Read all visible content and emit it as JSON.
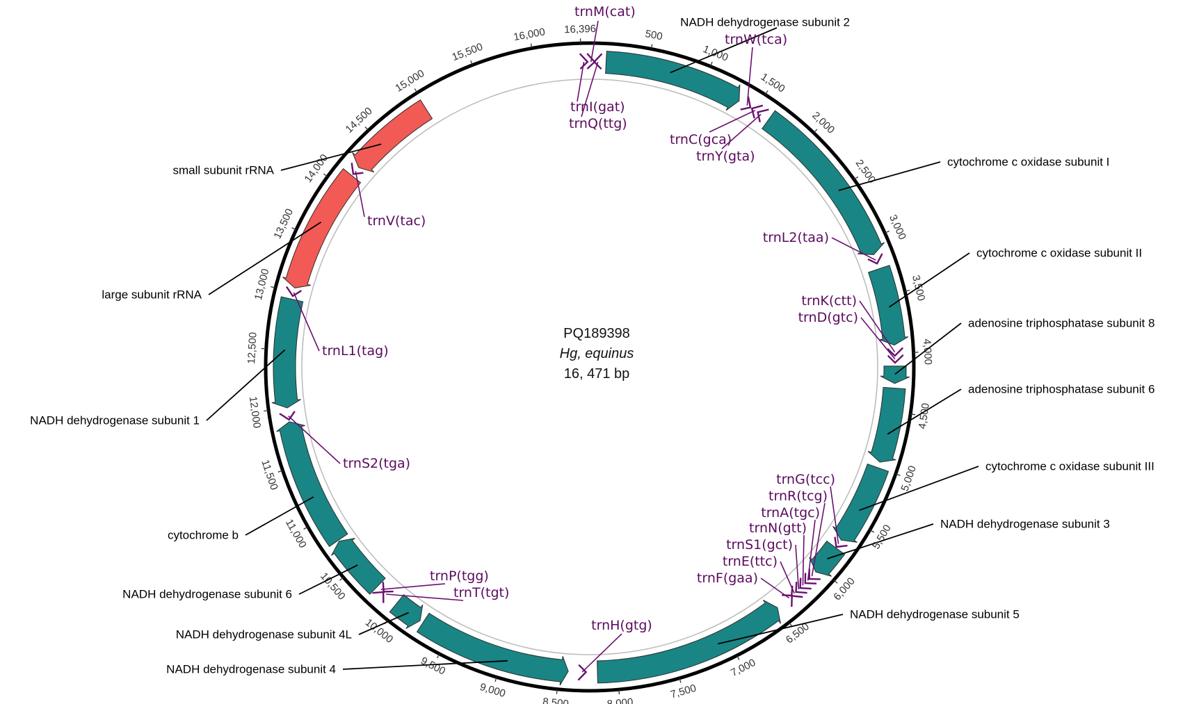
{
  "genome": {
    "accession": "PQ189398",
    "species": "Hg, equinus",
    "length_label": "16, 471 bp",
    "total_bp": 16471
  },
  "colors": {
    "backbone": "#000000",
    "inner_ring": "#bdbdbd",
    "protein_gene": "#1a8585",
    "rrna_gene": "#f25a55",
    "trna": "#6a1070",
    "trna_text": "#5a0a5e",
    "tick": "#333333"
  },
  "ticks": [
    {
      "pos": 500,
      "label": "500"
    },
    {
      "pos": 1000,
      "label": "1,000"
    },
    {
      "pos": 1500,
      "label": "1,500"
    },
    {
      "pos": 2000,
      "label": "2,000"
    },
    {
      "pos": 2500,
      "label": "2,500"
    },
    {
      "pos": 3000,
      "label": "3,000"
    },
    {
      "pos": 3500,
      "label": "3,500"
    },
    {
      "pos": 4000,
      "label": "4,000"
    },
    {
      "pos": 4500,
      "label": "4,500"
    },
    {
      "pos": 5000,
      "label": "5,000"
    },
    {
      "pos": 5500,
      "label": "5,500"
    },
    {
      "pos": 6000,
      "label": "6,000"
    },
    {
      "pos": 6500,
      "label": "6,500"
    },
    {
      "pos": 7000,
      "label": "7,000"
    },
    {
      "pos": 7500,
      "label": "7,500"
    },
    {
      "pos": 8000,
      "label": "8,000"
    },
    {
      "pos": 8500,
      "label": "8,500"
    },
    {
      "pos": 9000,
      "label": "9,000"
    },
    {
      "pos": 9500,
      "label": "9,500"
    },
    {
      "pos": 10000,
      "label": "10,000"
    },
    {
      "pos": 10500,
      "label": "10,500"
    },
    {
      "pos": 11000,
      "label": "11,000"
    },
    {
      "pos": 11500,
      "label": "11,500"
    },
    {
      "pos": 12000,
      "label": "12,000"
    },
    {
      "pos": 12500,
      "label": "12,500"
    },
    {
      "pos": 13000,
      "label": "13,000"
    },
    {
      "pos": 13500,
      "label": "13,500"
    },
    {
      "pos": 14000,
      "label": "14,000"
    },
    {
      "pos": 14500,
      "label": "14,500"
    },
    {
      "pos": 15000,
      "label": "15,000"
    },
    {
      "pos": 15500,
      "label": "15,500"
    },
    {
      "pos": 16000,
      "label": "16,000"
    },
    {
      "pos": 16396,
      "label": "16,396"
    }
  ],
  "genes": [
    {
      "id": "nad2",
      "label": "NADH dehydrogenase subunit 2",
      "start": 140,
      "end": 1340,
      "strand": "+",
      "type": "protein"
    },
    {
      "id": "cox1",
      "label": "cytochrome c oxidase subunit I",
      "start": 1640,
      "end": 3130,
      "strand": "+",
      "type": "protein"
    },
    {
      "id": "cox2",
      "label": "cytochrome c oxidase subunit II",
      "start": 3260,
      "end": 3930,
      "strand": "+",
      "type": "protein"
    },
    {
      "id": "atp8",
      "label": "adenosine triphosphatase subunit 8",
      "start": 4110,
      "end": 4260,
      "strand": "+",
      "type": "protein"
    },
    {
      "id": "atp6",
      "label": "adenosine triphosphatase subunit 6",
      "start": 4300,
      "end": 4950,
      "strand": "+",
      "type": "protein"
    },
    {
      "id": "cox3",
      "label": "cytochrome c oxidase subunit III",
      "start": 5000,
      "end": 5700,
      "strand": "+",
      "type": "protein"
    },
    {
      "id": "nad3",
      "label": "NADH dehydrogenase subunit  3",
      "start": 5780,
      "end": 6050,
      "strand": "+",
      "type": "protein"
    },
    {
      "id": "nad5",
      "label": "NADH dehydrogenase subunit 5",
      "start": 6500,
      "end": 8170,
      "strand": "-",
      "type": "protein"
    },
    {
      "id": "nad4",
      "label": "NADH dehydrogenase subunit 4",
      "start": 8420,
      "end": 9750,
      "strand": "-",
      "type": "protein"
    },
    {
      "id": "nad4l",
      "label": "NADH dehydrogenase subunit 4L",
      "start": 9780,
      "end": 10030,
      "strand": "-",
      "type": "protein"
    },
    {
      "id": "nad6",
      "label": "NADH dehydrogenase subunit 6",
      "start": 10250,
      "end": 10760,
      "strand": "+",
      "type": "protein"
    },
    {
      "id": "cytb",
      "label": "cytochrome b",
      "start": 10770,
      "end": 11880,
      "strand": "+",
      "type": "protein"
    },
    {
      "id": "nad1",
      "label": "NADH dehydrogenase subunit 1",
      "start": 12000,
      "end": 12940,
      "strand": "-",
      "type": "protein"
    },
    {
      "id": "rrnL",
      "label": "large subunit rRNA",
      "start": 13040,
      "end": 14130,
      "strand": "-",
      "type": "rrna"
    },
    {
      "id": "rrnS",
      "label": "small subunit rRNA",
      "start": 14220,
      "end": 14990,
      "strand": "-",
      "type": "rrna"
    }
  ],
  "trnas": [
    {
      "id": "trnM",
      "label": "trnM(cat)",
      "pos": 10,
      "strand": "+"
    },
    {
      "id": "trnI",
      "label": "trnI(gat)",
      "pos": 16420,
      "strand": "+"
    },
    {
      "id": "trnQ",
      "label": "trnQ(ttg)",
      "pos": 70,
      "strand": "-"
    },
    {
      "id": "trnW",
      "label": "trnW(tca)",
      "pos": 1420,
      "strand": "+"
    },
    {
      "id": "trnC",
      "label": "trnC(gca)",
      "pos": 1500,
      "strand": "-"
    },
    {
      "id": "trnY",
      "label": "trnY(gta)",
      "pos": 1560,
      "strand": "-"
    },
    {
      "id": "trnL2",
      "label": "trnL2(taa)",
      "pos": 3180,
      "strand": "+"
    },
    {
      "id": "trnK",
      "label": "trnK(ctt)",
      "pos": 3990,
      "strand": "+"
    },
    {
      "id": "trnD",
      "label": "trnD(gtc)",
      "pos": 4050,
      "strand": "+"
    },
    {
      "id": "trnG",
      "label": "trnG(tcc)",
      "pos": 5740,
      "strand": "+"
    },
    {
      "id": "trnR",
      "label": "trnR(tcg)",
      "pos": 6100,
      "strand": "+"
    },
    {
      "id": "trnA",
      "label": "trnA(tgc)",
      "pos": 6150,
      "strand": "+"
    },
    {
      "id": "trnN",
      "label": "trnN(gtt)",
      "pos": 6210,
      "strand": "+"
    },
    {
      "id": "trnS1",
      "label": "trnS1(gct)",
      "pos": 6260,
      "strand": "+"
    },
    {
      "id": "trnE",
      "label": "trnE(ttc)",
      "pos": 6310,
      "strand": "+"
    },
    {
      "id": "trnF",
      "label": "trnF(gaa)",
      "pos": 6370,
      "strand": "-"
    },
    {
      "id": "trnH",
      "label": "trnH(gtg)",
      "pos": 8300,
      "strand": "-"
    },
    {
      "id": "trnT",
      "label": "trnT(tgt)",
      "pos": 10150,
      "strand": "+"
    },
    {
      "id": "trnP",
      "label": "trnP(tgg)",
      "pos": 10210,
      "strand": "-"
    },
    {
      "id": "trnS2",
      "label": "trnS2(tga)",
      "pos": 11930,
      "strand": "-"
    },
    {
      "id": "trnL1",
      "label": "trnL1(tag)",
      "pos": 13000,
      "strand": "-"
    },
    {
      "id": "trnV",
      "label": "trnV(tac)",
      "pos": 14180,
      "strand": "-"
    }
  ]
}
